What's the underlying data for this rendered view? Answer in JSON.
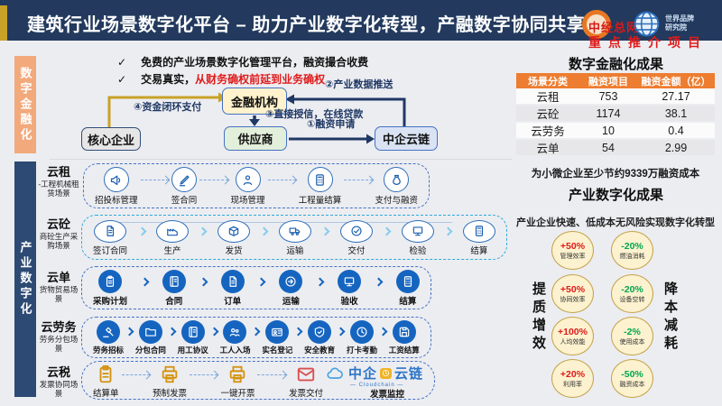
{
  "header": {
    "title": "建筑行业场景数字化平台 – 助力产业数字化转型，产融数字协同共享",
    "logo_main": "中经总网",
    "brand_line1": "世界品牌",
    "brand_line2": "研究院",
    "stamp": "重点推介项目"
  },
  "sidebar": {
    "finance_label": "数字金融化",
    "industry_label": "产业数字化"
  },
  "finance": {
    "bullets": [
      {
        "check": "✓",
        "text": "免费的产业场景数字化管理平台，融资撮合收费",
        "red": ""
      },
      {
        "check": "✓",
        "text": "交易真实，",
        "red": "从财务确权前延到业务确权"
      }
    ],
    "nodes": {
      "core": "核心企业",
      "bank": "金融机构",
      "supplier": "供应商",
      "cloudchain": "中企云链"
    },
    "flows": {
      "f1": "①融资申请",
      "f2": "②产业数据推送",
      "f3": "③直接授信，在线贷款",
      "f4": "④资金闭环支付"
    }
  },
  "scenarios": [
    {
      "name": "云租",
      "desc": "-工程机械租赁场景",
      "steps": [
        "招投标管理",
        "签合同",
        "现场管理",
        "工程量结算",
        "支付与融资"
      ]
    },
    {
      "name": "云砼",
      "desc": "商砼生产采购场景",
      "steps": [
        "签订合同",
        "生产",
        "发货",
        "运输",
        "交付",
        "检验",
        "结算"
      ]
    },
    {
      "name": "云单",
      "desc": "货物贸易场景",
      "steps": [
        "采购计划",
        "合同",
        "订单",
        "运输",
        "验收",
        "结算"
      ]
    },
    {
      "name": "云劳务",
      "desc": "劳务分包场景",
      "steps": [
        "劳务招标",
        "分包合同",
        "用工协议",
        "工人入场",
        "实名登记",
        "安全教育",
        "打卡考勤",
        "工资结算"
      ]
    },
    {
      "name": "云税",
      "desc": "发票协同场景",
      "steps": [
        "结算单",
        "预制发票",
        "一键开票",
        "发票交付"
      ],
      "monitor_label": "发票监控",
      "logo": "中企",
      "logo2": "云链",
      "logo_sub": "— Cloudchain —"
    }
  ],
  "right": {
    "finance_title": "数字金融化成果",
    "table": {
      "headers": [
        "场景分类",
        "融资项目",
        "融资金额（亿）"
      ],
      "rows": [
        [
          "云租",
          "753",
          "27.17"
        ],
        [
          "云砼",
          "1174",
          "38.1"
        ],
        [
          "云劳务",
          "10",
          "0.4"
        ],
        [
          "云单",
          "54",
          "2.99"
        ]
      ]
    },
    "note": "为小微企业至少节约9339万融资成本",
    "industry_title": "产业数字化成果",
    "industry_sub": "产业企业快速、低成本无风险实现数字化转型",
    "left_vertical": "提质增效",
    "right_vertical": "降本减耗",
    "bubbles": [
      {
        "pct": "+50%",
        "label": "管理效率",
        "type": "up"
      },
      {
        "pct": "-20%",
        "label": "燃油消耗",
        "type": "down"
      },
      {
        "pct": "+50%",
        "label": "协同效率",
        "type": "up"
      },
      {
        "pct": "-20%",
        "label": "设备空转",
        "type": "down"
      },
      {
        "pct": "+100%",
        "label": "人均效能",
        "type": "up"
      },
      {
        "pct": "-2%",
        "label": "使用成本",
        "type": "down"
      },
      {
        "pct": "+20%",
        "label": "利用率",
        "type": "up"
      },
      {
        "pct": "-50%",
        "label": "融资成本",
        "type": "down"
      }
    ],
    "colors": {
      "up": "#e01b1b",
      "down": "#00a651",
      "accent_orange": "#ed7d31",
      "header_navy": "#233a5e",
      "gold": "#c8a228"
    }
  }
}
